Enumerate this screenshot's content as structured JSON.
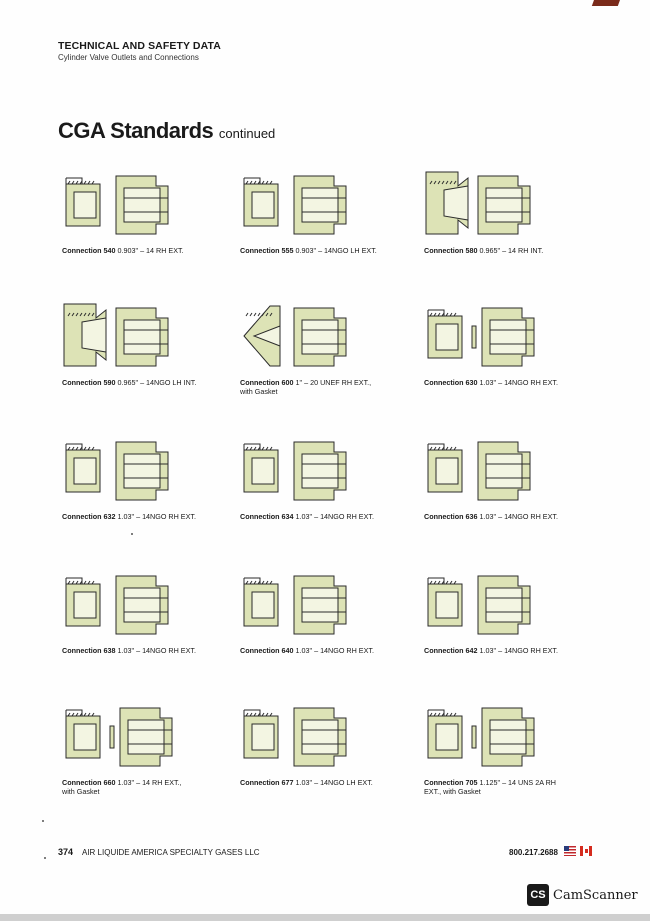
{
  "header": {
    "title": "TECHNICAL AND SAFETY DATA",
    "subtitle": "Cylinder Valve Outlets and Connections"
  },
  "page_title": "CGA Standards",
  "page_title_suffix": "continued",
  "colors": {
    "fitting_fill": "#dde3b6",
    "fitting_stroke": "#2b2b2b",
    "accent": "#7a2a1a"
  },
  "connections": [
    {
      "number": "Connection 540",
      "spec": "0.903\" – 14 RH EXT.",
      "spec2": ""
    },
    {
      "number": "Connection 555",
      "spec": "0.903\" – 14NGO LH EXT.",
      "spec2": ""
    },
    {
      "number": "Connection 580",
      "spec": "0.965\" – 14 RH INT.",
      "spec2": ""
    },
    {
      "number": "Connection 590",
      "spec": "0.965\" – 14NGO LH INT.",
      "spec2": ""
    },
    {
      "number": "Connection 600",
      "spec": "1\" – 20 UNEF RH EXT.,",
      "spec2": "with Gasket"
    },
    {
      "number": "Connection 630",
      "spec": "1.03\" – 14NGO RH EXT.",
      "spec2": ""
    },
    {
      "number": "Connection 632",
      "spec": "1.03\" – 14NGO RH EXT.",
      "spec2": ""
    },
    {
      "number": "Connection 634",
      "spec": "1.03\" – 14NGO RH EXT.",
      "spec2": ""
    },
    {
      "number": "Connection 636",
      "spec": "1.03\" – 14NGO RH EXT.",
      "spec2": ""
    },
    {
      "number": "Connection 638",
      "spec": "1.03\" – 14NGO RH EXT.",
      "spec2": ""
    },
    {
      "number": "Connection 640",
      "spec": "1.03\" – 14NGO RH EXT.",
      "spec2": ""
    },
    {
      "number": "Connection 642",
      "spec": "1.03\" – 14NGO RH EXT.",
      "spec2": ""
    },
    {
      "number": "Connection 660",
      "spec": "1.03\" – 14 RH EXT.,",
      "spec2": "with Gasket"
    },
    {
      "number": "Connection 677",
      "spec": "1.03\" – 14NGO LH EXT.",
      "spec2": ""
    },
    {
      "number": "Connection 705",
      "spec": "1.125\" – 14 UNS 2A RH",
      "spec2": "EXT., with Gasket"
    }
  ],
  "footer": {
    "page_number": "374",
    "company": "AIR LIQUIDE AMERICA SPECIALTY GASES LLC",
    "phone": "800.217.2688"
  },
  "scanner": {
    "logo": "CS",
    "name": "CamScanner"
  }
}
